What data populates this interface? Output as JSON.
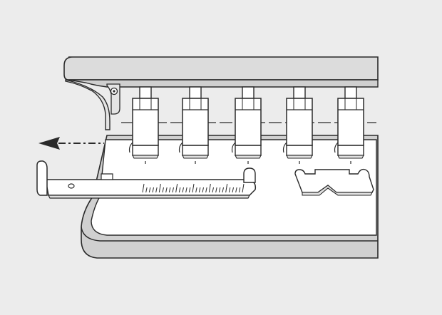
{
  "colors": {
    "background": "#ececec",
    "outline": "#2a2a2a",
    "base_shade": "#d0d0d0",
    "top_shade": "#dcdcdc",
    "paper": "#ffffff"
  },
  "punch_count": 5,
  "ruler_tick_count": 30,
  "arrow": {
    "direction": "left",
    "style": "dashed"
  }
}
